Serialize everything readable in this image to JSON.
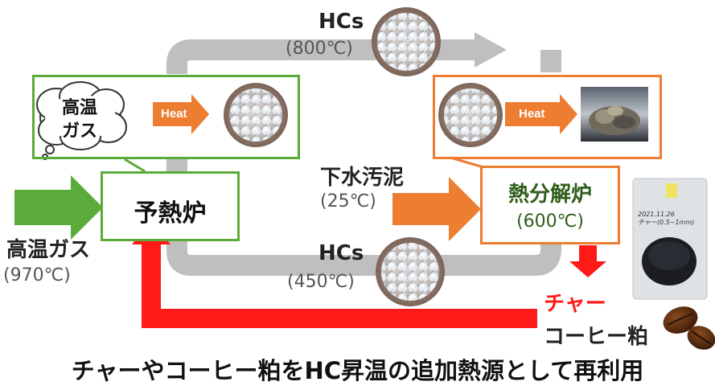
{
  "preheater": {
    "label": "予熱炉"
  },
  "pyrolyzer": {
    "label": "熱分解炉",
    "temp": "(600℃)"
  },
  "cloud": {
    "line1": "高温",
    "line2": "ガス"
  },
  "heat_left": "Heat",
  "heat_right": "Heat",
  "hcs_top": {
    "label": "HCs",
    "temp": "(800℃)"
  },
  "hcs_bottom": {
    "label": "HCs",
    "temp": "(450℃)"
  },
  "sludge": {
    "label": "下水汚泥",
    "temp": "(25℃)"
  },
  "hot_gas": {
    "label": "高温ガス",
    "temp": "(970℃)"
  },
  "char_label": "チャー",
  "coffee_label": "コーヒー粕",
  "bag_text": "2021.11.26\nチャー(0.5~1mm)",
  "caption": "チャーやコーヒー粕をHC昇温の追加熱源として再利用",
  "colors": {
    "green": "#5aab3a",
    "orange": "#ed7d31",
    "red": "#ff1a1a",
    "gray": "#bfbfbf",
    "dark_green": "#2f5e1b"
  }
}
